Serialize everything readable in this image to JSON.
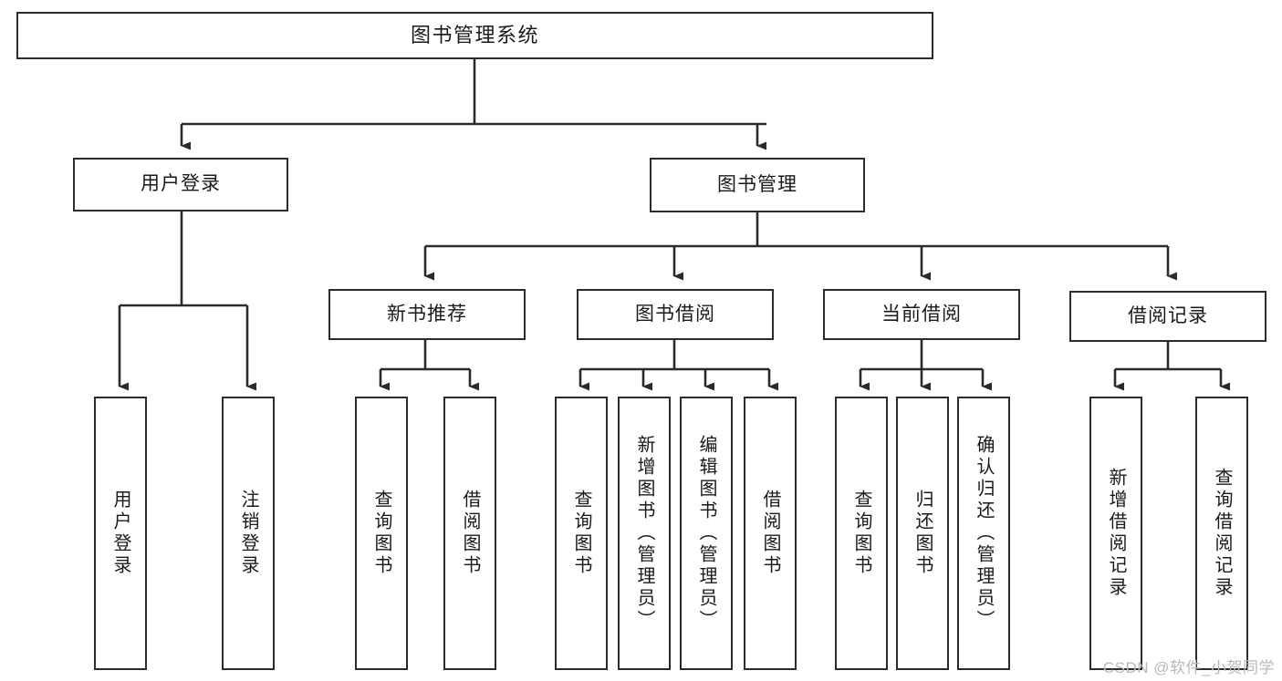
{
  "diagram": {
    "title": "图书管理系统",
    "type": "tree",
    "colors": {
      "stroke": "#2b2b2b",
      "fill": "#ffffff",
      "background": "#ffffff",
      "text": "#1a1a1a",
      "watermark": "#b9b9b9"
    },
    "root": {
      "label": "图书管理系统"
    },
    "level2": [
      {
        "label": "用户登录"
      },
      {
        "label": "图书管理"
      }
    ],
    "level3": [
      {
        "label": "新书推荐"
      },
      {
        "label": "图书借阅"
      },
      {
        "label": "当前借阅"
      },
      {
        "label": "借阅记录"
      }
    ],
    "leaves": {
      "user_login": [
        {
          "label": "用户登录"
        },
        {
          "label": "注销登录"
        }
      ],
      "new_book_recommend": [
        {
          "label": "查询图书"
        },
        {
          "label": "借阅图书"
        }
      ],
      "book_borrow": [
        {
          "label": "查询图书"
        },
        {
          "label": "新增图书（管理员）"
        },
        {
          "label": "编辑图书（管理员）"
        },
        {
          "label": "借阅图书"
        }
      ],
      "current_borrow": [
        {
          "label": "查询图书"
        },
        {
          "label": "归还图书"
        },
        {
          "label": "确认归还（管理员）"
        }
      ],
      "borrow_record": [
        {
          "label": "新增借阅记录"
        },
        {
          "label": "查询借阅记录"
        }
      ]
    }
  },
  "watermark": {
    "text": "CSDN @软件_小贺同学"
  }
}
